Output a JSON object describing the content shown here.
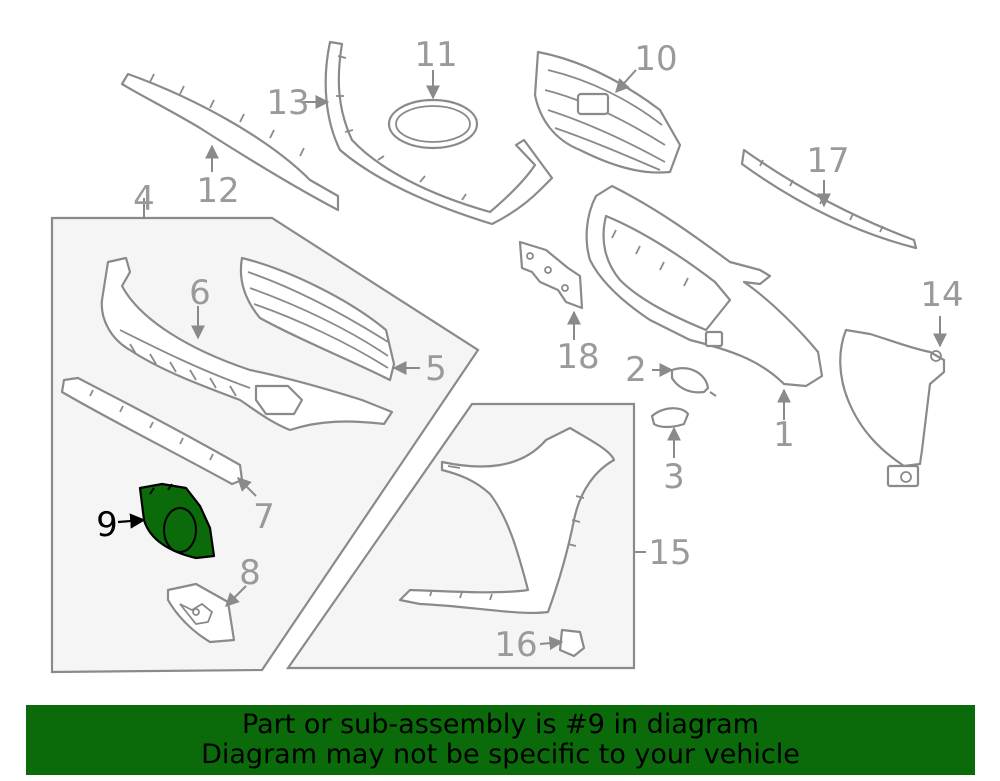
{
  "callouts": {
    "c1": "1",
    "c2": "2",
    "c3": "3",
    "c4": "4",
    "c5": "5",
    "c6": "6",
    "c7": "7",
    "c8": "8",
    "c9": "9",
    "c10": "10",
    "c11": "11",
    "c12": "12",
    "c13": "13",
    "c14": "14",
    "c15": "15",
    "c16": "16",
    "c17": "17",
    "c18": "18"
  },
  "highlight": {
    "part_number": "9",
    "color": "#0b6b0b"
  },
  "banner": {
    "line1": "Part or sub-assembly is #9 in diagram",
    "line2": "Diagram may not be specific to your vehicle",
    "background": "#0b6b0b"
  }
}
